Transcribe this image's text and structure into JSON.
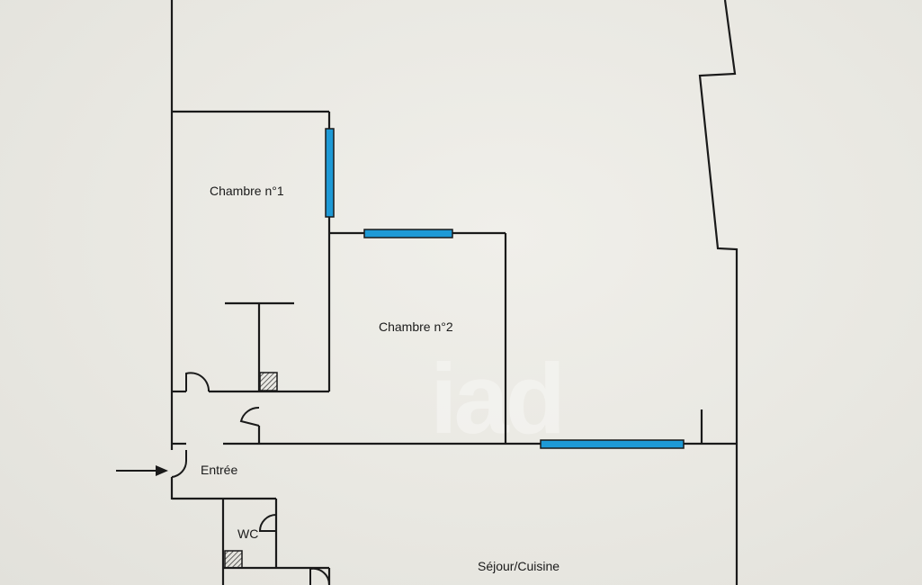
{
  "rooms": {
    "chambre1": "Chambre n°1",
    "chambre2": "Chambre n°2",
    "entree": "Entrée",
    "wc": "WC",
    "sejour": "Séjour/Cuisine"
  },
  "watermark": {
    "text": "iad"
  },
  "colors": {
    "wall": "#1a1a1a",
    "window": "#1e9ad6",
    "background": "#e7e6e0",
    "hatch": "#333333"
  }
}
